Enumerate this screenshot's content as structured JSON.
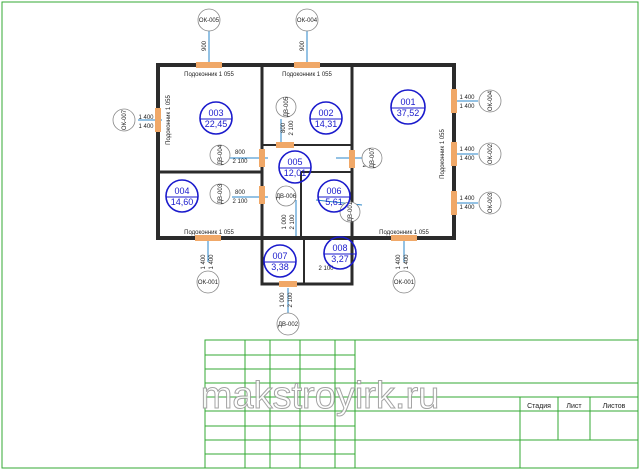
{
  "rooms": [
    {
      "id": "room-001",
      "number": "001",
      "area": "37,52"
    },
    {
      "id": "room-002",
      "number": "002",
      "area": "14,31"
    },
    {
      "id": "room-003",
      "number": "003",
      "area": "22,45"
    },
    {
      "id": "room-004",
      "number": "004",
      "area": "14,60"
    },
    {
      "id": "room-005",
      "number": "005",
      "area": "12,01"
    },
    {
      "id": "room-006",
      "number": "006",
      "area": "5,61"
    },
    {
      "id": "room-007",
      "number": "007",
      "area": "3,38"
    },
    {
      "id": "room-008",
      "number": "008",
      "area": "3,27"
    }
  ],
  "windows": [
    "ОК-001",
    "ОК-001",
    "ОК-002",
    "ОК-003",
    "ОК-004",
    "ОК-004",
    "ОК-005",
    "ОК-007"
  ],
  "doors": [
    "ДВ-001",
    "ДВ-002",
    "ДВ-003",
    "ДВ-004",
    "ДВ-005",
    "ДВ-006",
    "ДВ-007"
  ],
  "labels": {
    "sill": "Подоконник 1 055",
    "d1400": "1 400",
    "d800": "800",
    "d2100": "2 100",
    "d1000": "1 000",
    "ok3": "ОК-003",
    "d900": "900"
  },
  "title_block": {
    "stage": "Стадия",
    "sheet": "Лист",
    "sheets": "Листов"
  },
  "watermark": "makstroyirk.ru"
}
